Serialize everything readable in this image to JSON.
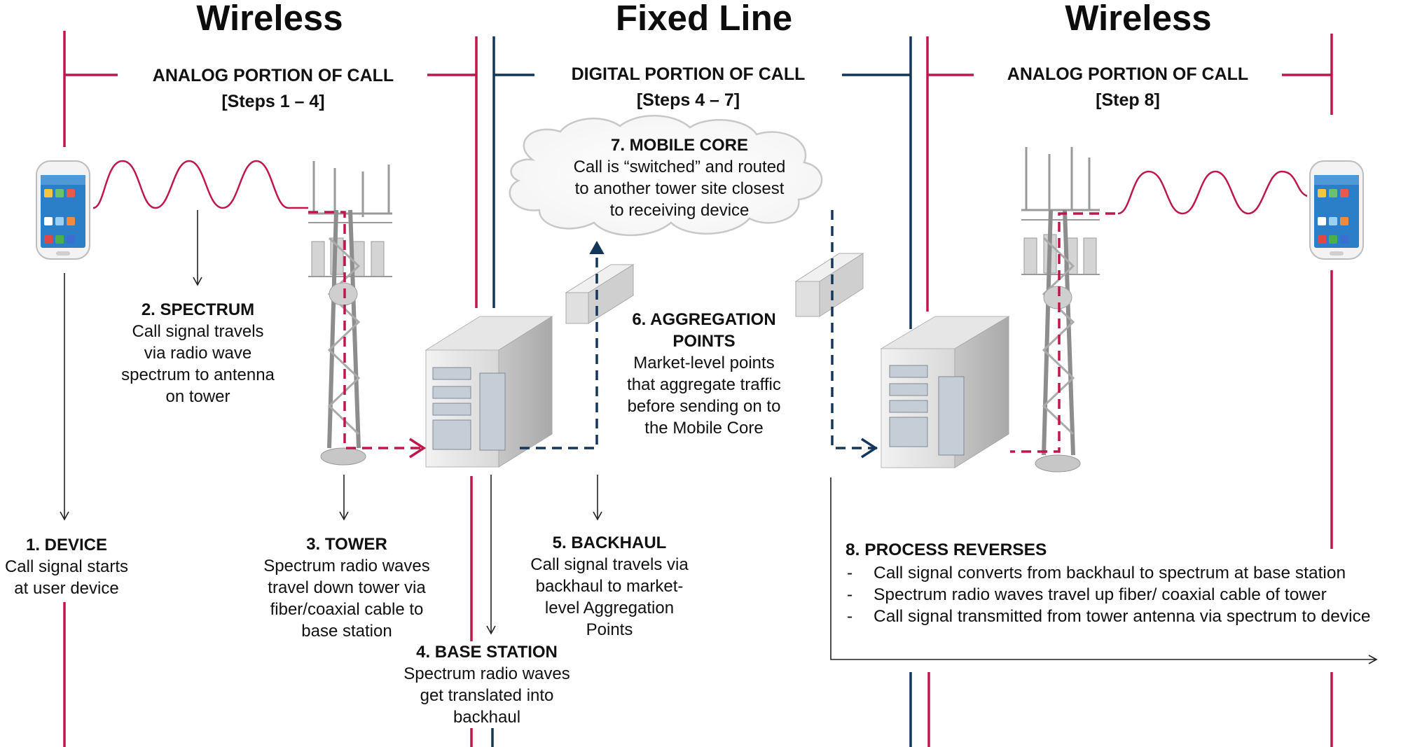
{
  "sections": {
    "left": {
      "title": "Wireless",
      "portion_line1": "ANALOG PORTION OF CALL",
      "portion_line2": "[Steps 1 – 4]"
    },
    "middle": {
      "title": "Fixed Line",
      "portion_line1": "DIGITAL PORTION OF CALL",
      "portion_line2": "[Steps 4 – 7]"
    },
    "right": {
      "title": "Wireless",
      "portion_line1": "ANALOG PORTION OF CALL",
      "portion_line2": "[Step 8]"
    }
  },
  "steps": {
    "s1": {
      "title": "1. DEVICE",
      "desc": "Call signal starts\nat user device"
    },
    "s2": {
      "title": "2. SPECTRUM",
      "desc": "Call signal travels\nvia radio wave\nspectrum to antenna\non tower"
    },
    "s3": {
      "title": "3. TOWER",
      "desc": "Spectrum radio waves\ntravel down tower via\nfiber/coaxial cable to\nbase station"
    },
    "s4": {
      "title": "4. BASE STATION",
      "desc": "Spectrum radio waves\nget translated into\nbackhaul"
    },
    "s5": {
      "title": "5. BACKHAUL",
      "desc": "Call signal travels via\nbackhaul to market-\nlevel Aggregation\nPoints"
    },
    "s6": {
      "title": "6. AGGREGATION\nPOINTS",
      "desc": "Market-level points\nthat aggregate traffic\nbefore sending on to\nthe Mobile Core"
    },
    "s7": {
      "title": "7. MOBILE CORE",
      "desc": "Call is “switched” and routed\nto another tower site closest\nto receiving device"
    },
    "s8": {
      "title": "8. PROCESS REVERSES",
      "bullets": [
        "Call signal converts from backhaul to spectrum at base station",
        "Spectrum radio waves travel up fiber/ coaxial cable of tower",
        "Call signal transmitted from tower antenna via spectrum to device"
      ]
    }
  },
  "colors": {
    "analog": "#c0174a",
    "digital": "#14365a",
    "text": "#111111"
  }
}
